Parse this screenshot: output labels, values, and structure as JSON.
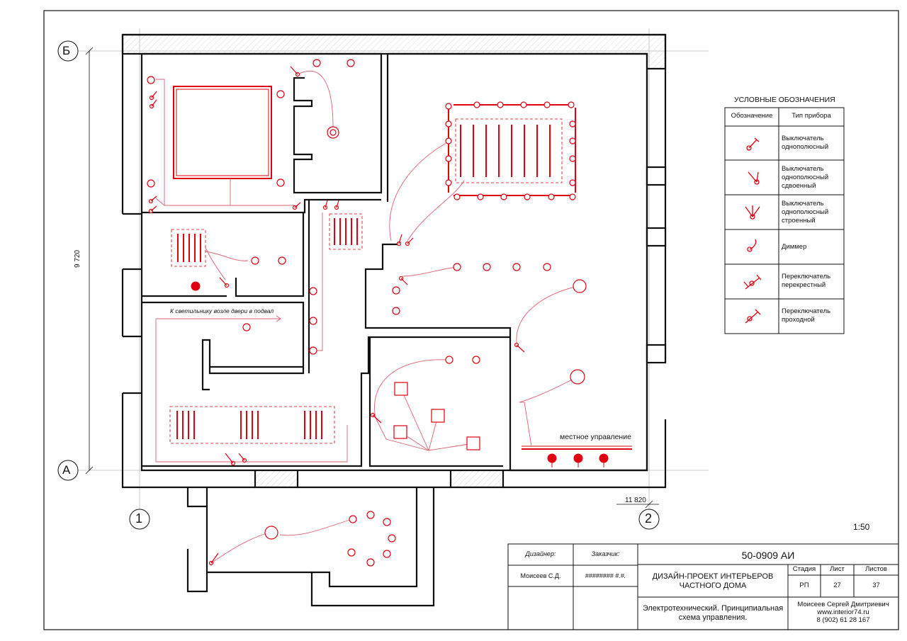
{
  "grid": {
    "axis_b": "Б",
    "axis_a": "А",
    "axis_1": "1",
    "axis_2": "2"
  },
  "dimensions": {
    "height": "9 720",
    "width": "11 820"
  },
  "annotations": {
    "basement_note": "К светильнику возле двери в подвал",
    "local_control": "местное управление"
  },
  "scale": "1:50",
  "legend": {
    "title": "УСЛОВНЫЕ ОБОЗНАЧЕНИЯ",
    "col_symbol": "Обозначение",
    "col_type": "Тип прибора",
    "rows": [
      {
        "line1": "Выключатель",
        "line2": "однополюсный",
        "line3": ""
      },
      {
        "line1": "Выключатель",
        "line2": "однополюсный",
        "line3": "сдвоенный"
      },
      {
        "line1": "Выключатель",
        "line2": "однополюсный",
        "line3": "строенный"
      },
      {
        "line1": "Диммер",
        "line2": "",
        "line3": ""
      },
      {
        "line1": "Переключатель",
        "line2": "перекрестный",
        "line3": ""
      },
      {
        "line1": "Переключатель",
        "line2": "проходной",
        "line3": ""
      }
    ]
  },
  "title_block": {
    "designer_label": "Дизайнер:",
    "customer_label": "Заказчик:",
    "designer_name": "Моисеев С.Д.",
    "customer_name": "######## #.#.",
    "code": "50-0909 АИ",
    "project_line1": "ДИЗАЙН-ПРОЕКТ ИНТЕРЬЕРОВ",
    "project_line2": "ЧАСТНОГО ДОМА",
    "stage_label": "Стадия",
    "sheet_label": "Лист",
    "sheets_label": "Листов",
    "stage": "РП",
    "sheet": "27",
    "sheets": "37",
    "description_line1": "Электротехнический. Принципиальная",
    "description_line2": "схема управления.",
    "author": "Моисеев Сергей Дмитриевич",
    "website": "www.interior74.ru",
    "phone": "8 (902) 61 28 167"
  },
  "colors": {
    "wall": "#111111",
    "electric": "#e0000f",
    "wire": "#e06070",
    "grid_line": "#bbbbbb"
  }
}
